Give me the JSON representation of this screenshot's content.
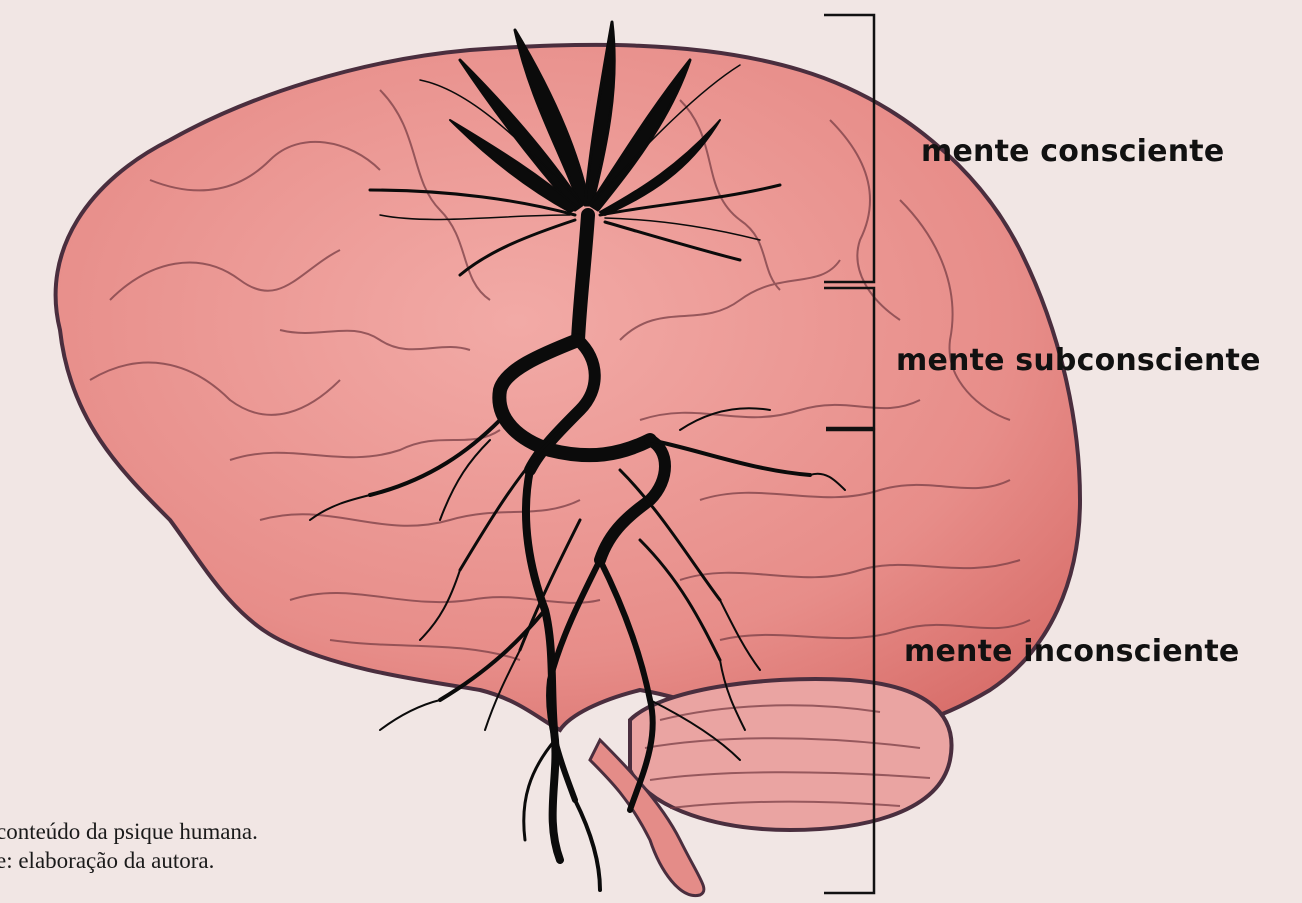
{
  "labels": {
    "conscious": "mente consciente",
    "subconscious": "mente subconsciente",
    "unconscious": "mente inconsciente"
  },
  "caption": {
    "line1": "conteúdo da psique humana.",
    "line2": "e: elaboração da autora."
  },
  "colors": {
    "background": "#f1e6e4",
    "brain": "#e98f8b",
    "brain_outline": "#4a2e3e",
    "roots": "#0b0b0b",
    "bracket": "#111111"
  }
}
